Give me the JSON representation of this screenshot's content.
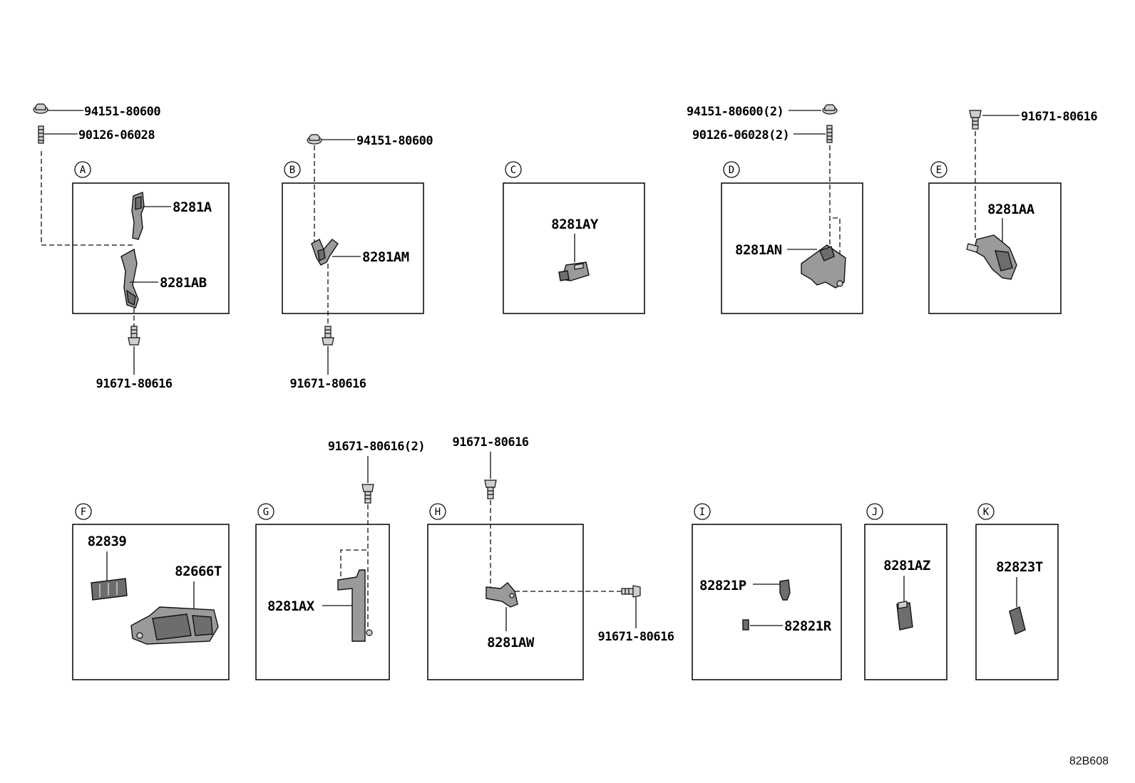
{
  "diagram_id": "82B608",
  "panels": [
    {
      "letter": "A",
      "parts": [
        "8281A",
        "8281AB"
      ],
      "hardware": [
        "94151-80600",
        "90126-06028",
        "91671-80616"
      ]
    },
    {
      "letter": "B",
      "parts": [
        "8281AM"
      ],
      "hardware": [
        "94151-80600",
        "91671-80616"
      ]
    },
    {
      "letter": "C",
      "parts": [
        "8281AY"
      ],
      "hardware": []
    },
    {
      "letter": "D",
      "parts": [
        "8281AN"
      ],
      "hardware": [
        "94151-80600(2)",
        "90126-06028(2)"
      ]
    },
    {
      "letter": "E",
      "parts": [
        "8281AA"
      ],
      "hardware": [
        "91671-80616"
      ]
    },
    {
      "letter": "F",
      "parts": [
        "82839",
        "82666T"
      ],
      "hardware": []
    },
    {
      "letter": "G",
      "parts": [
        "8281AX"
      ],
      "hardware": [
        "91671-80616(2)"
      ]
    },
    {
      "letter": "H",
      "parts": [
        "8281AW"
      ],
      "hardware": [
        "91671-80616",
        "91671-80616"
      ]
    },
    {
      "letter": "I",
      "parts": [
        "82821P",
        "82821R"
      ],
      "hardware": []
    },
    {
      "letter": "J",
      "parts": [
        "8281AZ"
      ],
      "hardware": []
    },
    {
      "letter": "K",
      "parts": [
        "82823T"
      ],
      "hardware": []
    }
  ]
}
